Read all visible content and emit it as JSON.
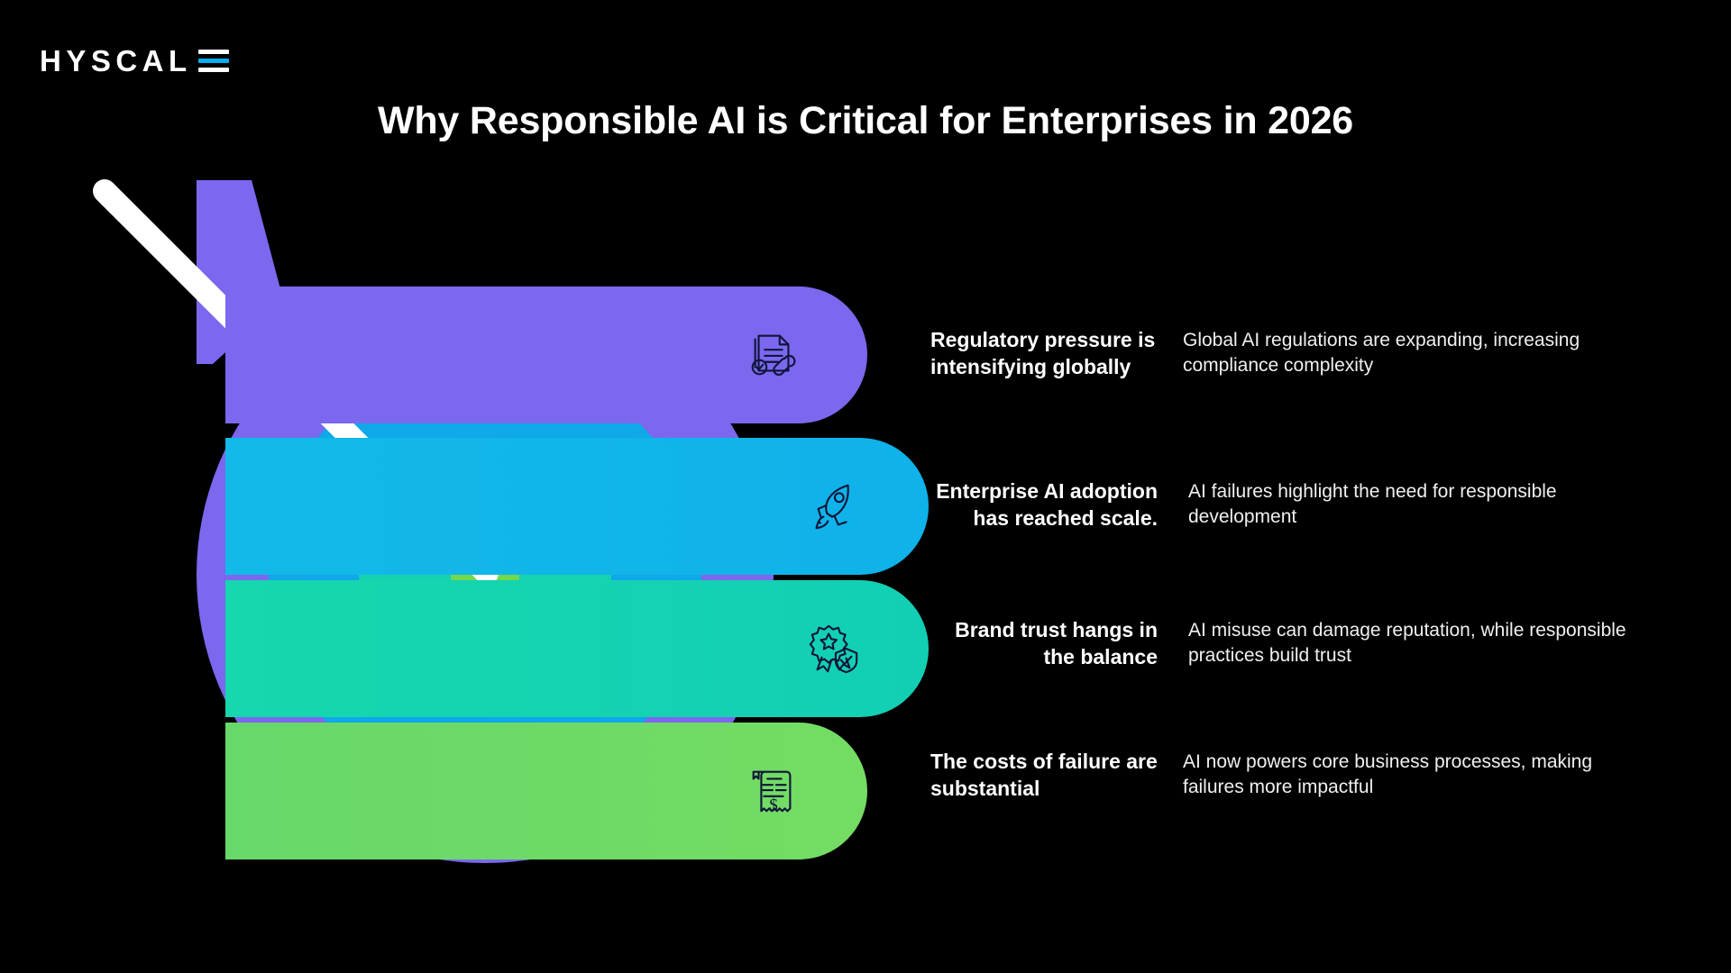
{
  "brand": {
    "name": "HYSCALER",
    "wordmark_visible": "HYSCAL",
    "accent_color": "#00AEEF",
    "logo_glyph": "stylized-E"
  },
  "header": {
    "title": "Why Responsible AI is Critical for Enterprises in 2026"
  },
  "graphic": {
    "name": "dartboard-with-arrow",
    "ring_colors": [
      "#7B68EE",
      "#0FA8E8",
      "#15D3B0",
      "#72D94F"
    ],
    "arrow_color": "#FFFFFF",
    "fletching_color": "#7B68EE",
    "background_color": "#000000"
  },
  "rows": [
    {
      "icon": "document-stamp-icon",
      "pill_color": "#7B68EE",
      "headline": "Regulatory pressure is intensifying globally",
      "description": "Global AI regulations are expanding, increasing compliance complexity"
    },
    {
      "icon": "rocket-icon",
      "pill_color": "#0FB2E9",
      "headline": "Enterprise AI adoption has reached scale.",
      "description": "AI failures highlight the need for responsible development"
    },
    {
      "icon": "award-shield-icon",
      "pill_color": "#13D2B2",
      "headline": "Brand trust hangs in the balance",
      "description": "AI misuse can damage reputation, while responsible practices build trust"
    },
    {
      "icon": "receipt-dollar-icon",
      "pill_color": "#6FDA66",
      "headline": "The costs of failure are substantial",
      "description": "AI now powers core business processes, making failures more impactful"
    }
  ]
}
